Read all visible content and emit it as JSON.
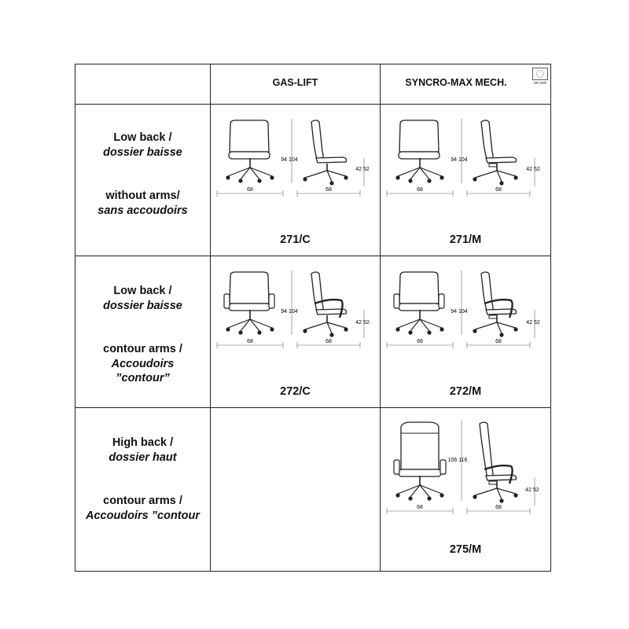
{
  "header": {
    "col1": "",
    "col2": "GAS-LIFT",
    "col3": "SYNCRO-MAX MECH.",
    "cert_label": "EN 1335"
  },
  "rows": [
    {
      "back_en": "Low back /",
      "back_fr": "dossier baisse",
      "arms_en": "without arms/",
      "arms_fr": "sans accoudoirs",
      "gas_lift": {
        "code": "271/C",
        "dims": {
          "heights": "94 104",
          "seat": "42 52",
          "width_front": "68",
          "width_side": "68"
        }
      },
      "syncro": {
        "code": "271/M",
        "dims": {
          "heights": "94 104",
          "seat": "42 52",
          "width_front": "68",
          "width_side": "68"
        }
      }
    },
    {
      "back_en": "Low back /",
      "back_fr": "dossier baisse",
      "arms_en": "contour arms /",
      "arms_fr_1": "Accoudoirs",
      "arms_fr_2": "”contour”",
      "gas_lift": {
        "code": "272/C",
        "dims": {
          "heights": "94 104",
          "seat": "42 52",
          "width_front": "68",
          "width_side": "68"
        }
      },
      "syncro": {
        "code": "272/M",
        "dims": {
          "heights": "94 104",
          "seat": "42 52",
          "width_front": "68",
          "width_side": "68"
        }
      }
    },
    {
      "back_en": "High back /",
      "back_fr": "dossier haut",
      "arms_en": "contour arms /",
      "arms_fr": "Accoudoirs ”contour",
      "syncro": {
        "code": "275/M",
        "dims": {
          "heights": "106 116",
          "seat": "42 52",
          "width_front": "68",
          "width_side": "68"
        }
      }
    }
  ]
}
